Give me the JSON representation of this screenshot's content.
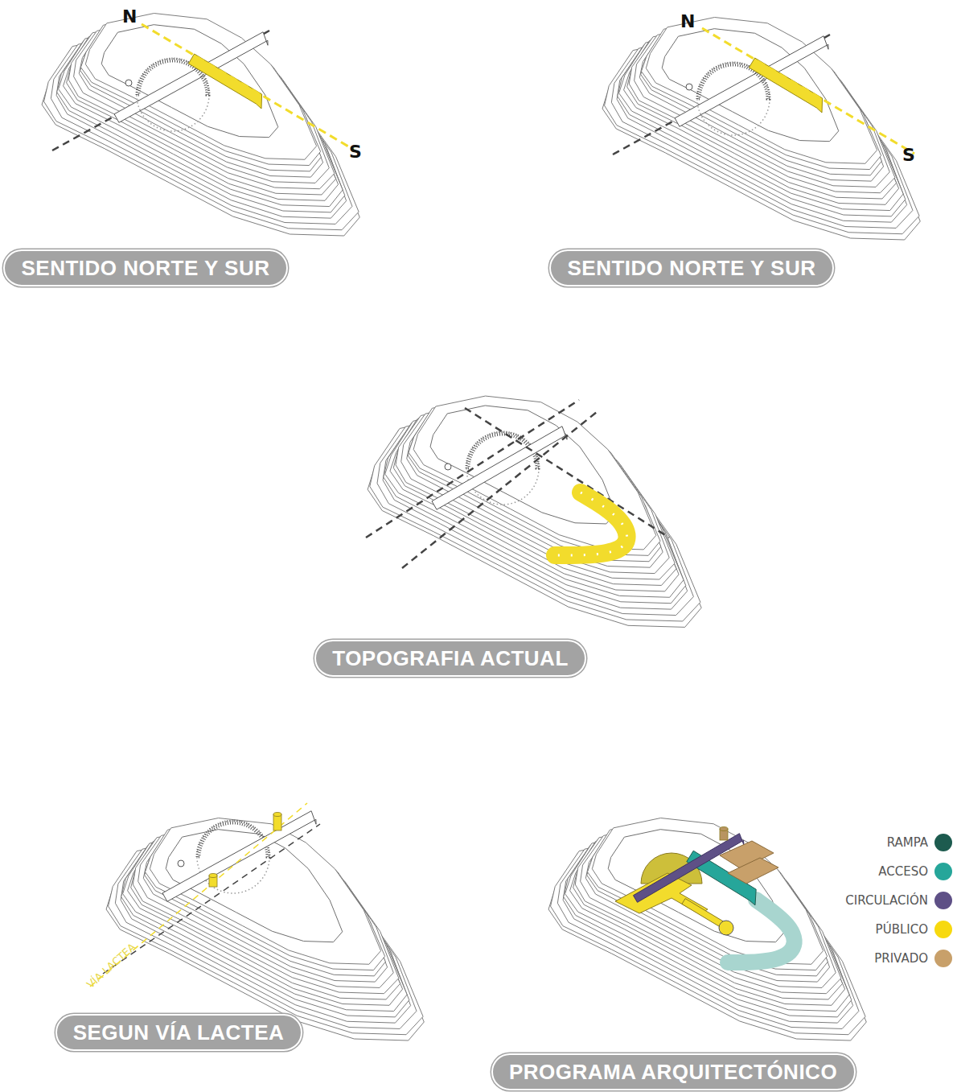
{
  "diagram": {
    "nodes": [
      {
        "text": [
          "SENTIDO NORTE Y SUR"
        ]
      },
      {
        "text": [
          "SENTIDO NORTE Y SUR"
        ]
      },
      {
        "text": [
          "TOPOGRAFIA ACTUAL"
        ]
      },
      {
        "text": [
          "SEGUN VÍA LACTEA"
        ]
      },
      {
        "text": [
          "PROGRAMA ARQUITECTÓNICO"
        ]
      }
    ],
    "labels": [
      "N",
      "S",
      "N",
      "S",
      "VÍA LACTEA"
    ],
    "legend": [
      {
        "text": "RAMPA",
        "color": "#1d5b4f"
      },
      {
        "text": "ACCESO",
        "color": "#26a69a"
      },
      {
        "text": "CIRCULACIÓN",
        "color": "#5e5086"
      },
      {
        "text": "PÚBLICO",
        "color": "#f7d90f"
      },
      {
        "text": "PRIVADO",
        "color": "#c8a06a"
      }
    ]
  }
}
